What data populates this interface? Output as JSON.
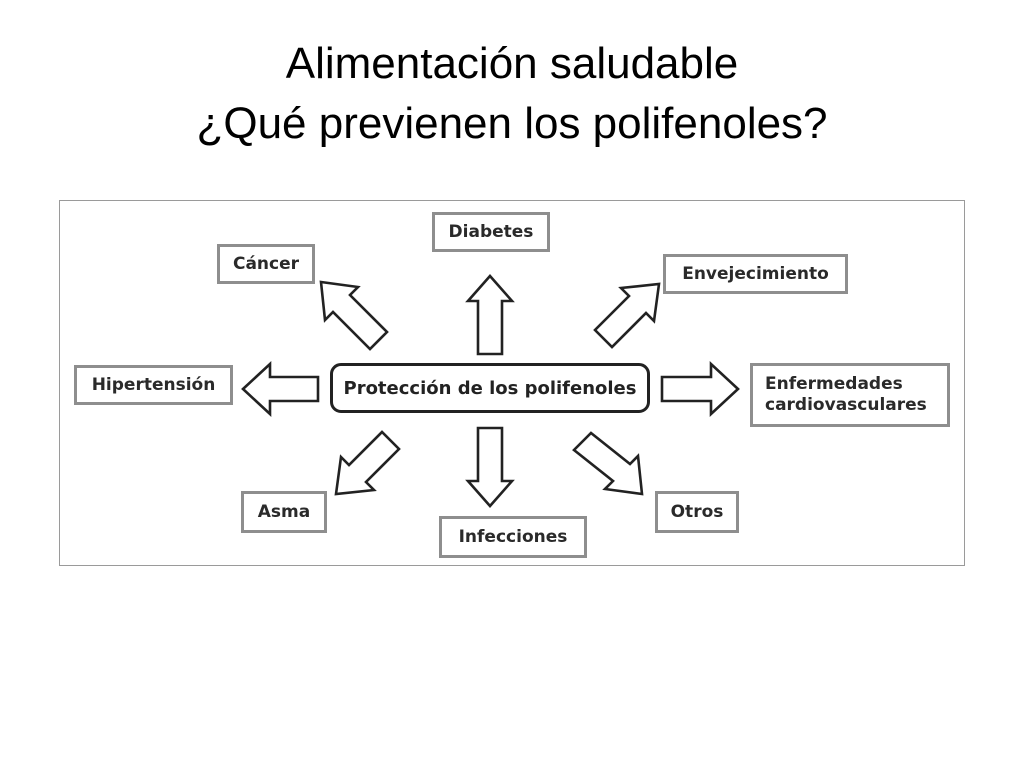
{
  "slide": {
    "title_line1": "Alimentación saludable",
    "title_line2": "¿Qué previenen los polifenoles?"
  },
  "diagram": {
    "center_label": "Protección de los polifenoles",
    "outcomes": {
      "diabetes": "Diabetes",
      "cancer": "Cáncer",
      "envejecimiento": "Envejecimiento",
      "hipertension": "Hipertensión",
      "enfermedades_line1": "Enfermedades",
      "enfermedades_line2": "cardiovasculares",
      "asma": "Asma",
      "infecciones": "Infecciones",
      "otros": "Otros"
    }
  }
}
